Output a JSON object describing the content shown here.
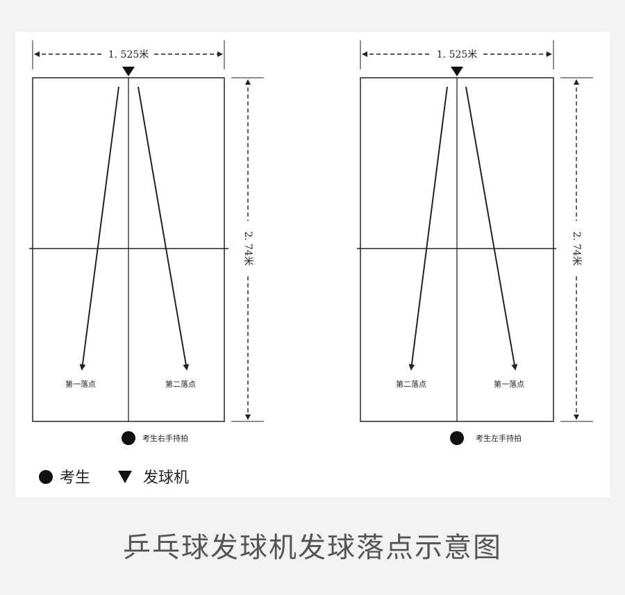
{
  "caption": "乒乓球发球机发球落点示意图",
  "colors": {
    "panel_bg": "#ffffff",
    "page_bg": "#f2f2f2",
    "line": "#222222",
    "caption": "#555555"
  },
  "diagrams": [
    {
      "width_label": "1. 525米",
      "length_label": "2. 74米",
      "left_landing_label": "第一落点",
      "right_landing_label": "第二落点",
      "player_label": "考生右手持拍"
    },
    {
      "width_label": "1. 525米",
      "length_label": "2. 74米",
      "left_landing_label": "第二落点",
      "right_landing_label": "第一落点",
      "player_label": "考生左手持拍"
    }
  ],
  "legend": {
    "player_icon": "filled-circle",
    "player_label": "考生",
    "machine_icon": "down-triangle",
    "machine_label": "发球机"
  }
}
